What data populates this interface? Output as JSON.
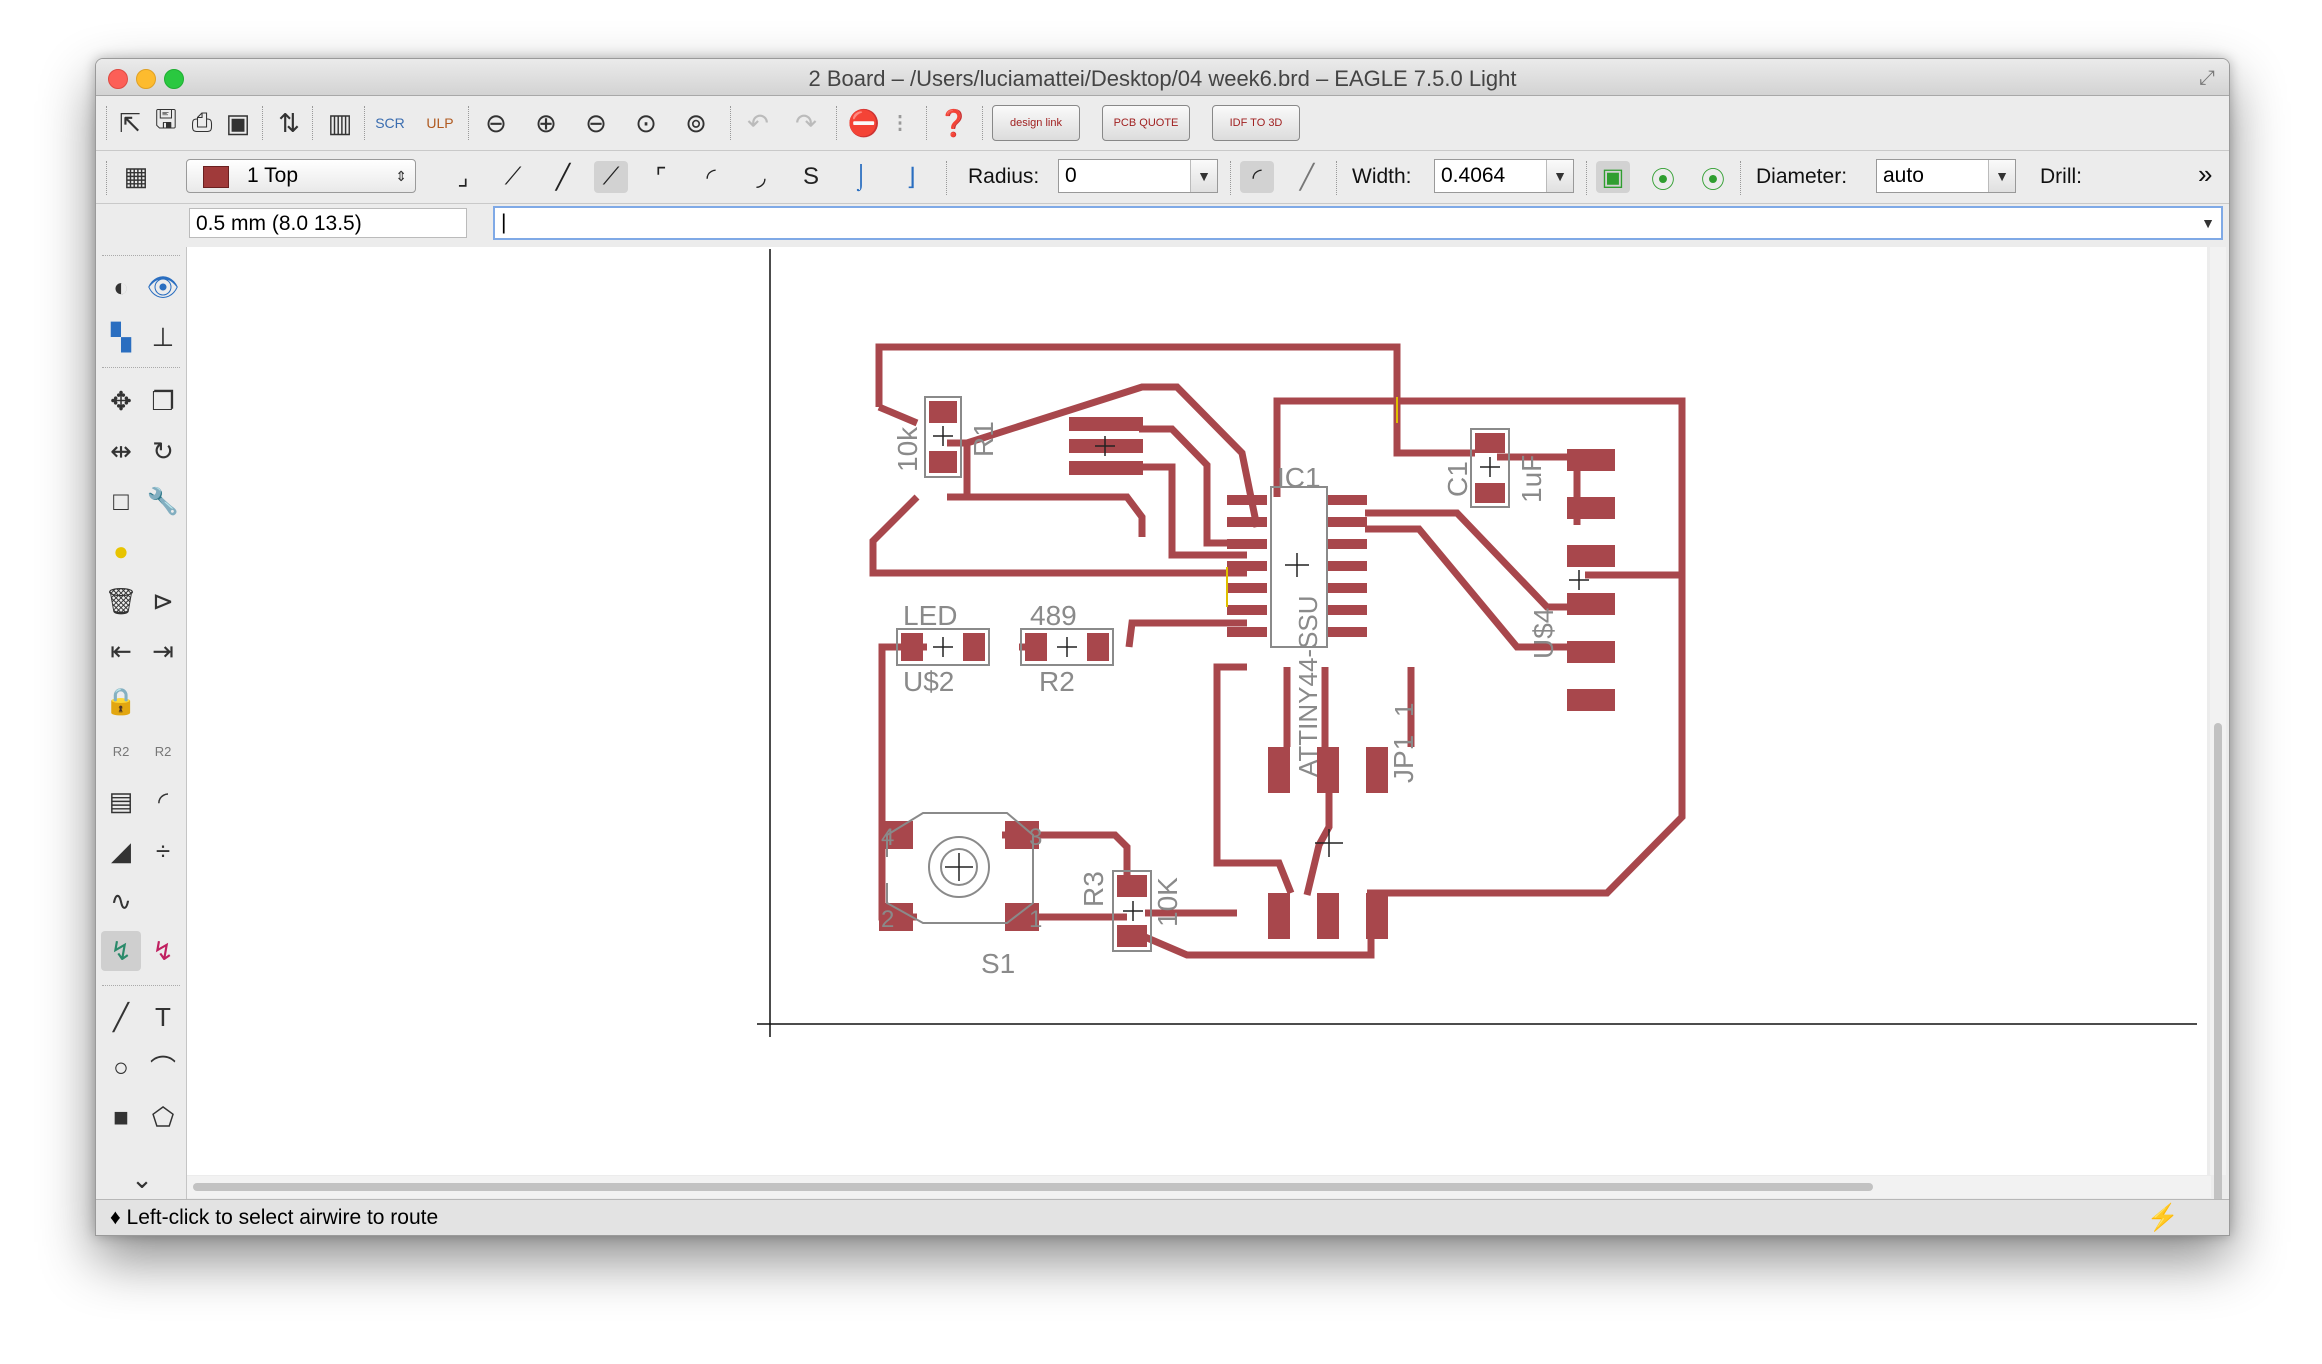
{
  "window": {
    "title": "2 Board – /Users/luciamattei/Desktop/04 week6.brd – EAGLE 7.5.0 Light"
  },
  "toolbar1": {
    "design_link": "design link",
    "pcb_quote": "PCB QUOTE",
    "idf_to_3d": "IDF TO 3D"
  },
  "toolbar2": {
    "layer": "1 Top",
    "layer_color": "#a03a3a",
    "radius_label": "Radius:",
    "radius_value": "0",
    "width_label": "Width:",
    "width_value": "0.4064",
    "diameter_label": "Diameter:",
    "diameter_value": "auto",
    "drill_label": "Drill:",
    "more": "»"
  },
  "command": {
    "coordinates": "0.5 mm (8.0 13.5)",
    "command_value": ""
  },
  "board": {
    "trace_color": "#a8474c",
    "label_color": "#8a8a8a",
    "labels": {
      "r1_value": "10k",
      "r1_name": "R1",
      "ic1": "IC1",
      "attiny": "ATTINY44-SSU",
      "c1": "C1",
      "c1_value": "1uF",
      "us4": "U$4",
      "led": "LED",
      "us2": "U$2",
      "r2_value": "489",
      "r2": "R2",
      "jp1": "JP1",
      "jp1_pin": "1",
      "s1": "S1",
      "r3": "R3",
      "r3_value": "10K",
      "pin4": "4",
      "pin3": "3",
      "pin2": "2",
      "pin1": "1"
    }
  },
  "status": {
    "message": "♦ Left-click to select airwire to route"
  }
}
